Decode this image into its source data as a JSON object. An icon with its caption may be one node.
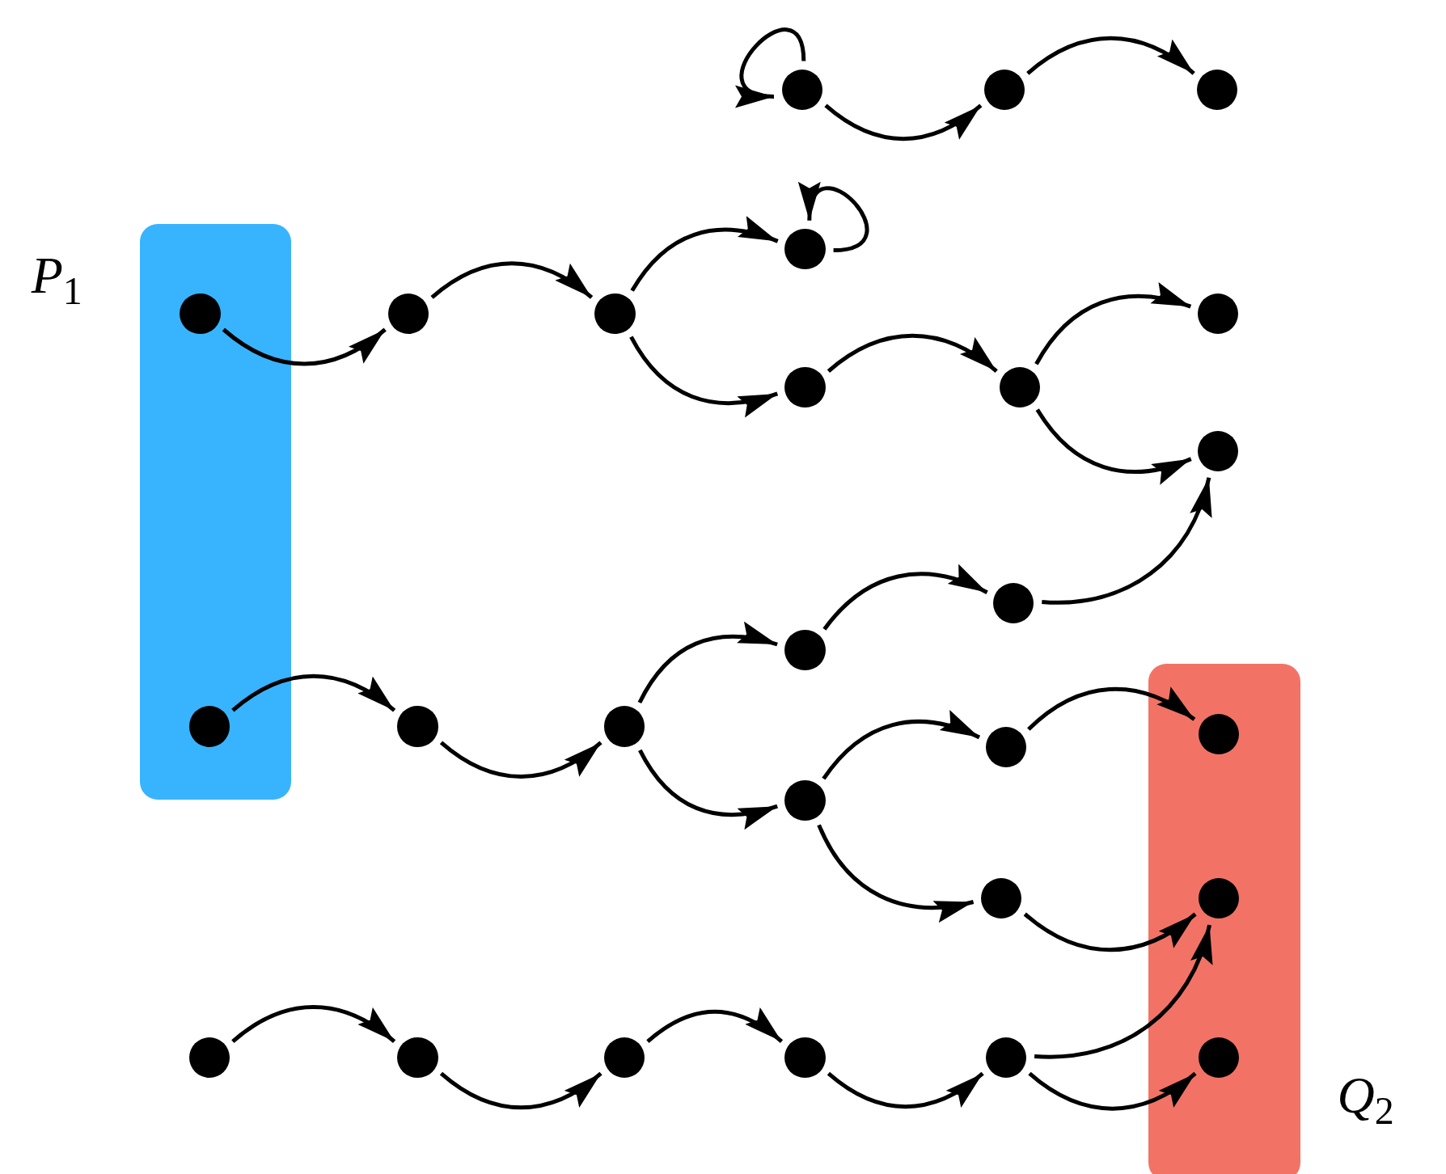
{
  "diagram": {
    "nodes": [
      {
        "text": [
          "*P*$_{1}$"
        ]
      },
      {
        "text": [],
        "shape": "circle"
      },
      {
        "text": [],
        "shape": "circle"
      },
      {
        "text": [],
        "shape": "circle"
      },
      {
        "text": [],
        "shape": "circle"
      },
      {
        "text": [],
        "shape": "circle",
        "in": 0
      },
      {
        "text": [],
        "shape": "circle"
      },
      {
        "text": [],
        "shape": "circle"
      },
      {
        "text": [],
        "shape": "circle"
      },
      {
        "text": [],
        "shape": "circle"
      },
      {
        "text": [],
        "shape": "circle"
      },
      {
        "text": [],
        "shape": "circle"
      },
      {
        "text": [],
        "shape": "circle"
      },
      {
        "text": [],
        "shape": "circle"
      },
      {
        "text": [
          "*Q*$_{2}$"
        ]
      },
      {
        "text": [],
        "shape": "circle",
        "in": 0
      },
      {
        "text": [],
        "shape": "circle"
      },
      {
        "text": [],
        "shape": "circle"
      },
      {
        "text": [],
        "shape": "circle",
        "in": 14
      },
      {
        "text": [],
        "shape": "circle"
      },
      {
        "text": [],
        "shape": "circle"
      },
      {
        "text": [],
        "shape": "circle"
      },
      {
        "text": [],
        "shape": "circle",
        "in": 14
      },
      {
        "text": [],
        "shape": "circle"
      },
      {
        "text": [],
        "shape": "circle"
      },
      {
        "text": [],
        "shape": "circle"
      },
      {
        "text": [],
        "shape": "circle"
      },
      {
        "text": [],
        "shape": "circle"
      },
      {
        "text": [],
        "shape": "circle",
        "in": 14
      }
    ],
    "edges": [
      {
        "from": 1,
        "to": 1,
        "arrow": "to"
      },
      {
        "from": 1,
        "to": 2,
        "arrow": "to"
      },
      {
        "from": 2,
        "to": 3,
        "arrow": "to"
      },
      {
        "from": 4,
        "to": 4,
        "arrow": "to"
      },
      {
        "from": 5,
        "to": 6,
        "arrow": "to"
      },
      {
        "from": 6,
        "to": 7,
        "arrow": "to"
      },
      {
        "from": 7,
        "to": 4,
        "arrow": "to"
      },
      {
        "from": 7,
        "to": 9,
        "arrow": "to"
      },
      {
        "from": 9,
        "to": 10,
        "arrow": "to"
      },
      {
        "from": 10,
        "to": 8,
        "arrow": "to"
      },
      {
        "from": 10,
        "to": 11,
        "arrow": "to"
      },
      {
        "from": 12,
        "to": 11,
        "arrow": "to"
      },
      {
        "from": 13,
        "to": 12,
        "arrow": "to"
      },
      {
        "from": 15,
        "to": 16,
        "arrow": "to"
      },
      {
        "from": 16,
        "to": 17,
        "arrow": "to"
      },
      {
        "from": 17,
        "to": 13,
        "arrow": "to"
      },
      {
        "from": 17,
        "to": 20,
        "arrow": "to"
      },
      {
        "from": 20,
        "to": 19,
        "arrow": "to"
      },
      {
        "from": 20,
        "to": 21,
        "arrow": "to"
      },
      {
        "from": 19,
        "to": 18,
        "arrow": "to"
      },
      {
        "from": 21,
        "to": 22,
        "arrow": "to"
      },
      {
        "from": 23,
        "to": 24,
        "arrow": "to"
      },
      {
        "from": 24,
        "to": 25,
        "arrow": "to"
      },
      {
        "from": 25,
        "to": 26,
        "arrow": "to"
      },
      {
        "from": 26,
        "to": 27,
        "arrow": "to"
      },
      {
        "from": 27,
        "to": 22,
        "arrow": "to"
      },
      {
        "from": 27,
        "to": 28,
        "arrow": "to"
      }
    ]
  }
}
